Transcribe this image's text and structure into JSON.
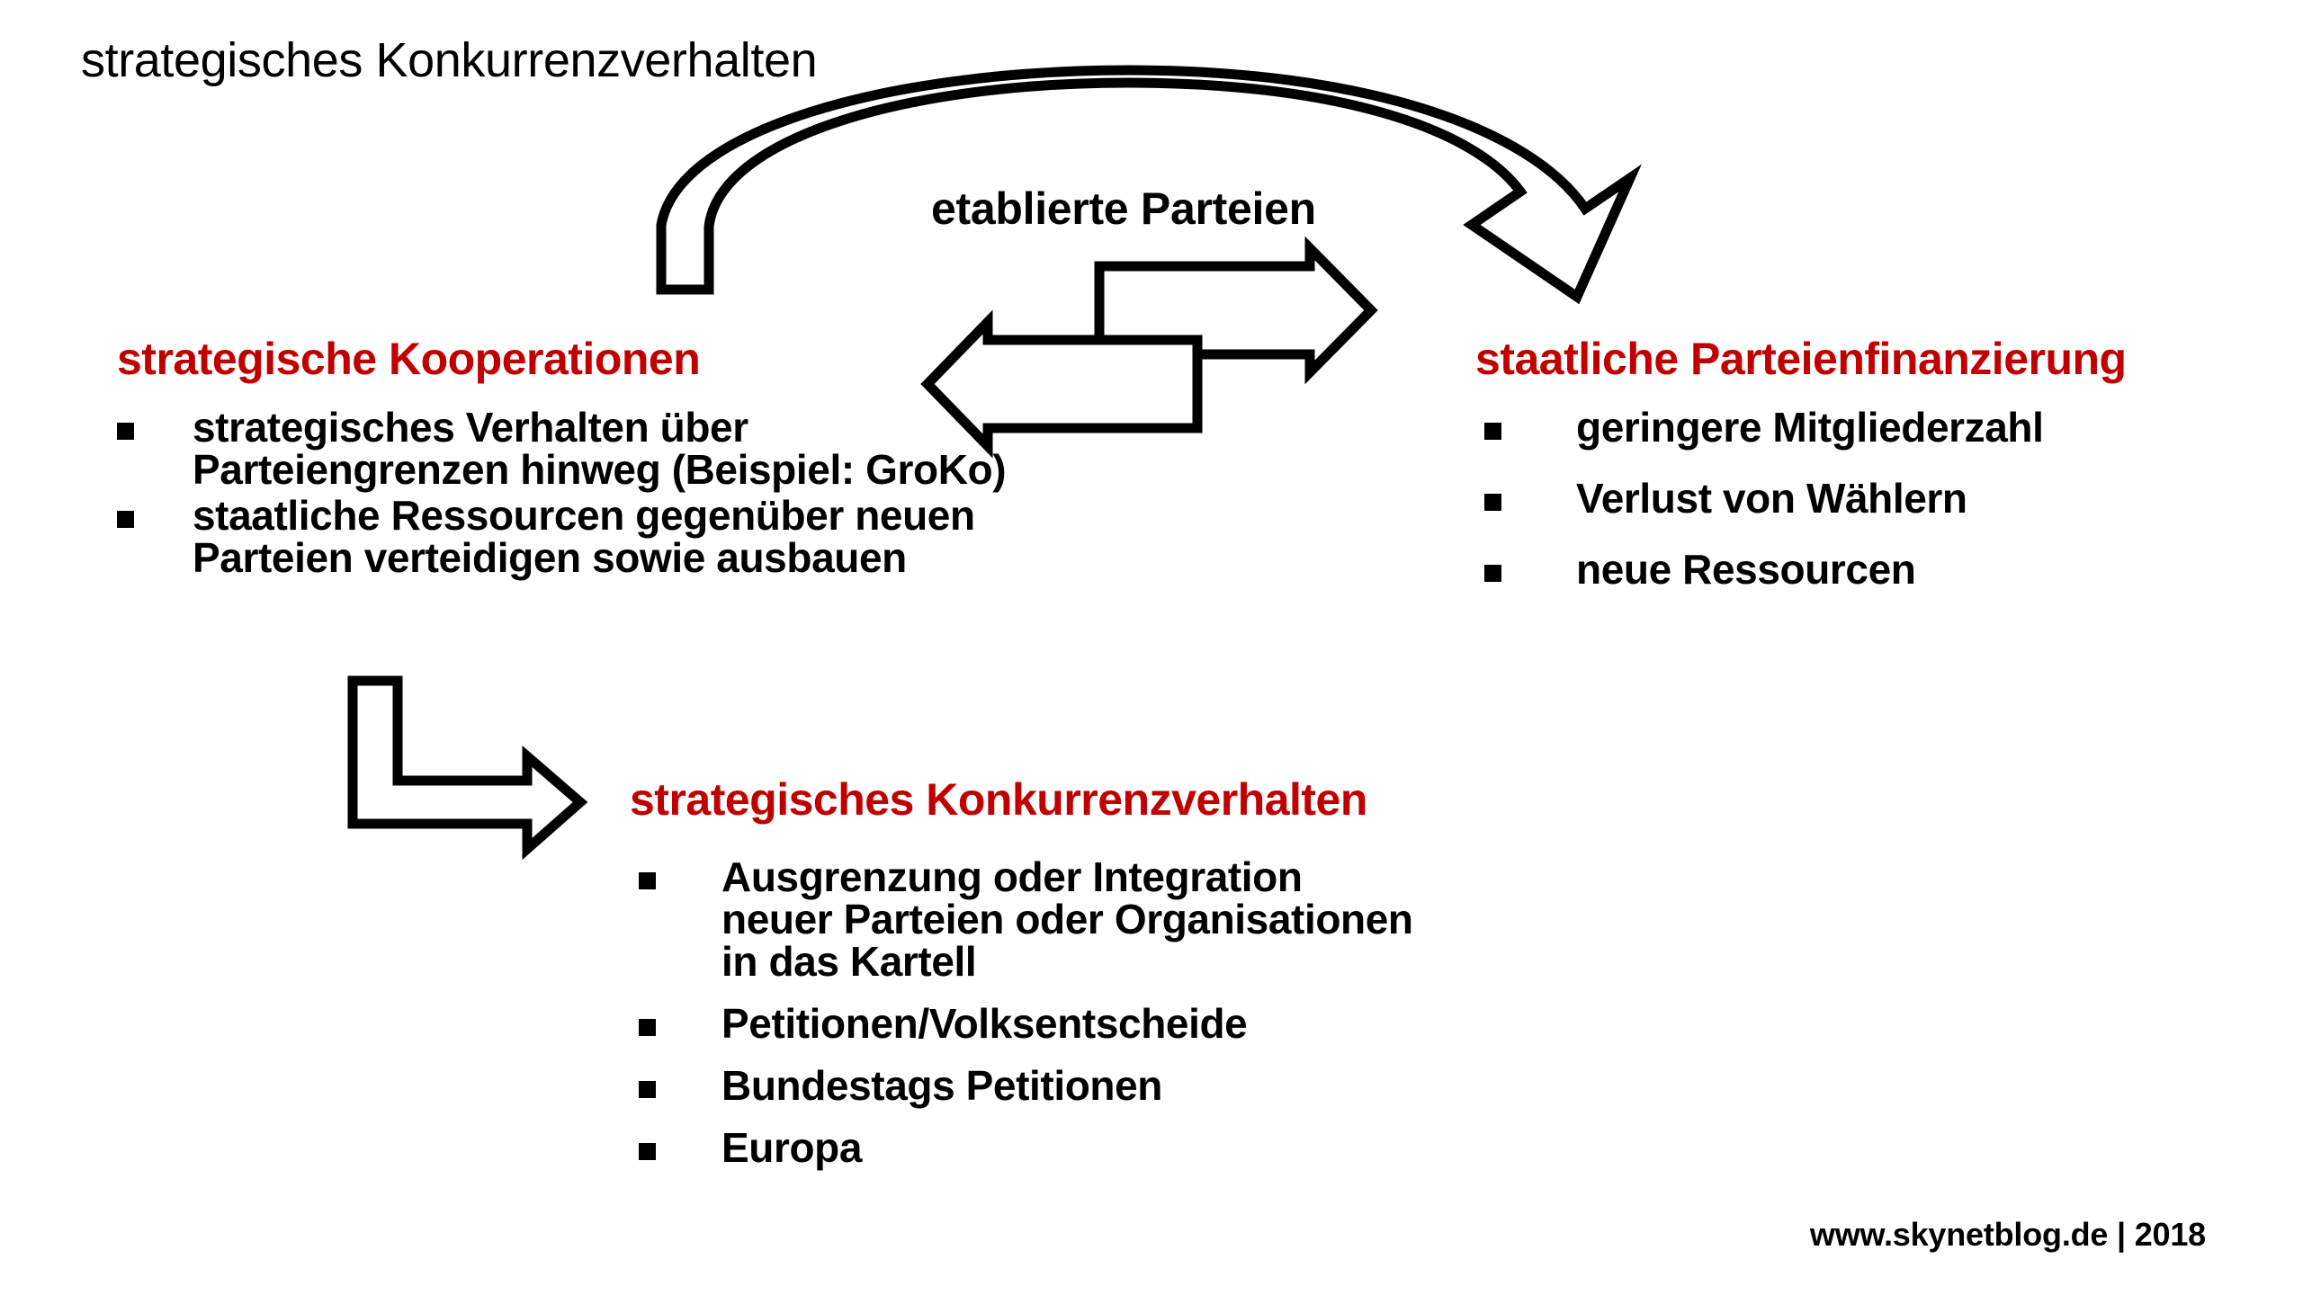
{
  "slide": {
    "title": "strategisches Konkurrenzverhalten",
    "background_color": "#FFFFFF",
    "accent_color": "#C00000",
    "text_color": "#000000"
  },
  "center": {
    "label": "etablierte Parteien"
  },
  "left_column": {
    "heading": "strategische Kooperationen",
    "bullets": [
      {
        "line1": "strategisches Verhalten über",
        "line2": "Parteiengrenzen hinweg  (Beispiel: GroKo)"
      },
      {
        "line1": "staatliche Ressourcen gegenüber neuen",
        "line2": "Parteien verteidigen sowie ausbauen"
      }
    ]
  },
  "right_column": {
    "heading": "staatliche Parteienfinanzierung",
    "bullets": [
      {
        "line1": "geringere Mitgliederzahl"
      },
      {
        "line1": "Verlust von Wählern"
      },
      {
        "line1": "neue Ressourcen"
      }
    ]
  },
  "bottom_block": {
    "heading": "strategisches Konkurrenzverhalten",
    "bullets": [
      {
        "line1": "Ausgrenzung oder Integration",
        "line2": "neuer Parteien oder Organisationen",
        "line3": "in das Kartell"
      },
      {
        "line1": "Petitionen/Volksentscheide"
      },
      {
        "line1": "Bundestags Petitionen"
      },
      {
        "line1": "Europa"
      }
    ]
  },
  "footer": {
    "text": "www.skynetblog.de | 2018"
  },
  "arrows": [
    {
      "name": "curved-arrow-left-to-right",
      "style": "hollow-curved",
      "direction": "left-up-over-to-right-down"
    },
    {
      "name": "block-arrow-right",
      "style": "hollow-block",
      "direction": "right"
    },
    {
      "name": "block-arrow-left",
      "style": "hollow-block",
      "direction": "left"
    },
    {
      "name": "elbow-arrow-down-right",
      "style": "hollow-elbow",
      "direction": "down-then-right"
    }
  ]
}
